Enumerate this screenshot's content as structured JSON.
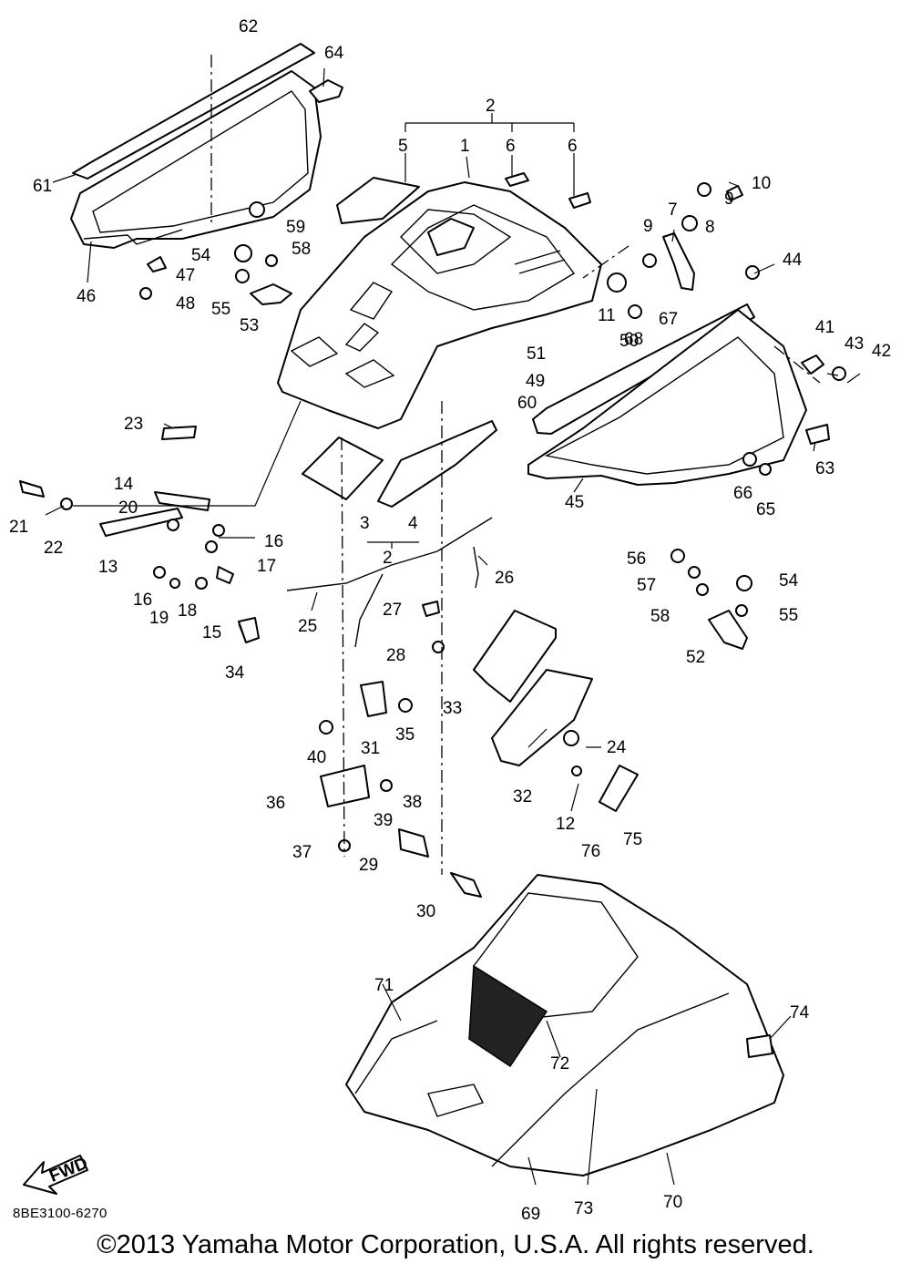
{
  "callouts": [
    "1",
    "2",
    "2",
    "3",
    "4",
    "5",
    "6",
    "6",
    "7",
    "8",
    "9",
    "9",
    "10",
    "11",
    "12",
    "13",
    "14",
    "15",
    "16",
    "16",
    "17",
    "18",
    "19",
    "20",
    "21",
    "22",
    "23",
    "24",
    "25",
    "26",
    "27",
    "28",
    "29",
    "30",
    "31",
    "32",
    "33",
    "34",
    "35",
    "36",
    "37",
    "38",
    "39",
    "40",
    "41",
    "42",
    "43",
    "44",
    "45",
    "46",
    "47",
    "48",
    "49",
    "50",
    "51",
    "52",
    "53",
    "54",
    "54",
    "55",
    "55",
    "56",
    "57",
    "58",
    "58",
    "59",
    "60",
    "61",
    "62",
    "63",
    "64",
    "65",
    "66",
    "67",
    "68",
    "69",
    "70",
    "71",
    "72",
    "73",
    "74",
    "75",
    "76"
  ],
  "fwd_label": "FWD",
  "diagram_code": "8BE3100-6270",
  "copyright": "©2013 Yamaha Motor Corporation, U.S.A. All rights reserved."
}
